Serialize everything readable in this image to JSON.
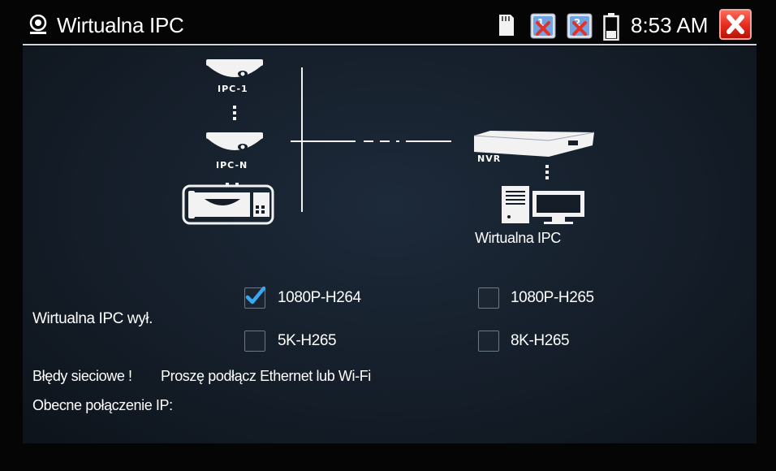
{
  "header": {
    "title": "Wirtualna IPC",
    "time": "8:53 AM",
    "status_icons": [
      "sd-card-icon",
      "network-1-disconnected-icon",
      "network-2-disconnected-icon",
      "battery-icon"
    ]
  },
  "diagram": {
    "camera_top_label": "IPC-1",
    "camera_bottom_label": "IPC-N",
    "recorder_label": "NVR",
    "virtual_ipc_label": "Wirtualna IPC"
  },
  "status": {
    "mode_label": "Wirtualna IPC wył.",
    "error_label": "Błędy sieciowe !",
    "error_message": "Proszę podłącz Ethernet lub Wi-Fi",
    "connection_label": "Obecne połączenie IP:"
  },
  "options": [
    {
      "label": "1080P-H264",
      "checked": true
    },
    {
      "label": "1080P-H265",
      "checked": false
    },
    {
      "label": "5K-H265",
      "checked": false
    },
    {
      "label": "8K-H265",
      "checked": false
    }
  ],
  "colors": {
    "accent_check": "#38a8f2",
    "close_red": "#e42a1c",
    "panel_bg": "#141d28"
  }
}
